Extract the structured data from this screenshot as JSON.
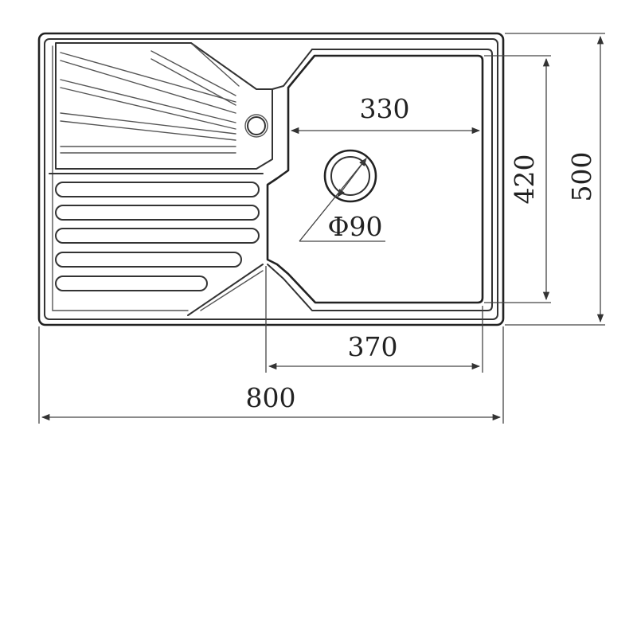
{
  "dimensions": {
    "overall_width": "800",
    "overall_depth": "500",
    "bowl_width": "330",
    "bowl_depth": "420",
    "bowl_offset": "370",
    "drain_diameter": "Φ90"
  }
}
